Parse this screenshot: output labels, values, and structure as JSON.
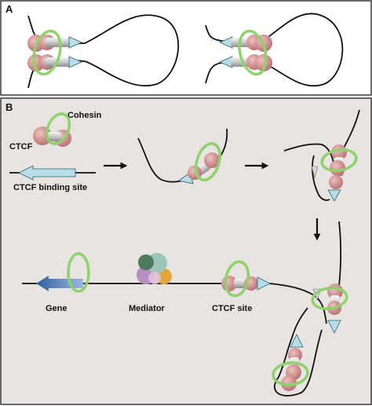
{
  "panels": {
    "a_letter": "A",
    "b_letter": "B"
  },
  "labels": {
    "cohesin": "Cohesin",
    "ctcf": "CTCF",
    "ctcf_binding_site": "CTCF binding site",
    "gene": "Gene",
    "mediator": "Mediator",
    "ctcf_site": "CTCF site"
  },
  "colors": {
    "panel_a_bg": "#ffffff",
    "panel_b_bg": "#e7e4e1",
    "border": "#3a3a3a",
    "dna": "#111111",
    "ctcf_red": "#c98585",
    "ctcf_red_light": "#e2b2b2",
    "cohesin_ring": "#8fd16a",
    "binding_arrow": "#b7dde8",
    "gene_arrow": "#4a78b8",
    "mediator_green": "#4f7a5e",
    "mediator_teal": "#9cc6b9",
    "mediator_purple": "#b48fbf",
    "mediator_orange": "#e3a63a",
    "process_arrow": "#111111"
  }
}
